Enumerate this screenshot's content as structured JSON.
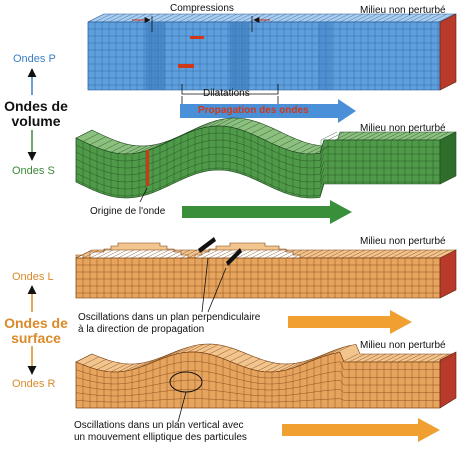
{
  "left": {
    "ondes_p": "Ondes P",
    "ondes_volume": "Ondes de\nvolume",
    "ondes_s": "Ondes S",
    "ondes_l": "Ondes L",
    "ondes_surface": "Ondes de\nsurface",
    "ondes_r": "Ondes R"
  },
  "panel_p": {
    "compressions": "Compressions",
    "milieu": "Milieu non perturbé",
    "dilatations": "Dilatations",
    "propagation": "Propagation des ondes"
  },
  "panel_s": {
    "milieu": "Milieu non perturbé",
    "origine": "Origine de l'onde"
  },
  "panel_l": {
    "milieu": "Milieu non perturbé",
    "oscillations": "Oscillations dans un plan perpendiculaire\nà la direction de propagation"
  },
  "panel_r": {
    "milieu": "Milieu non perturbé",
    "oscillations": "Oscillations dans un plan vertical avec\nun mouvement elliptique des particules"
  },
  "colors": {
    "p_wave": "#5ea0de",
    "s_wave": "#4f9a48",
    "surface_wave": "#e6a45e",
    "volume_label": "#3a8a3a",
    "p_label": "#3a7fc2",
    "surface_label": "#d98a2a",
    "arrow_blue": "#4a90d9",
    "arrow_green": "#3a8f3a",
    "arrow_orange": "#f0a030",
    "accent_red": "#d03818"
  }
}
